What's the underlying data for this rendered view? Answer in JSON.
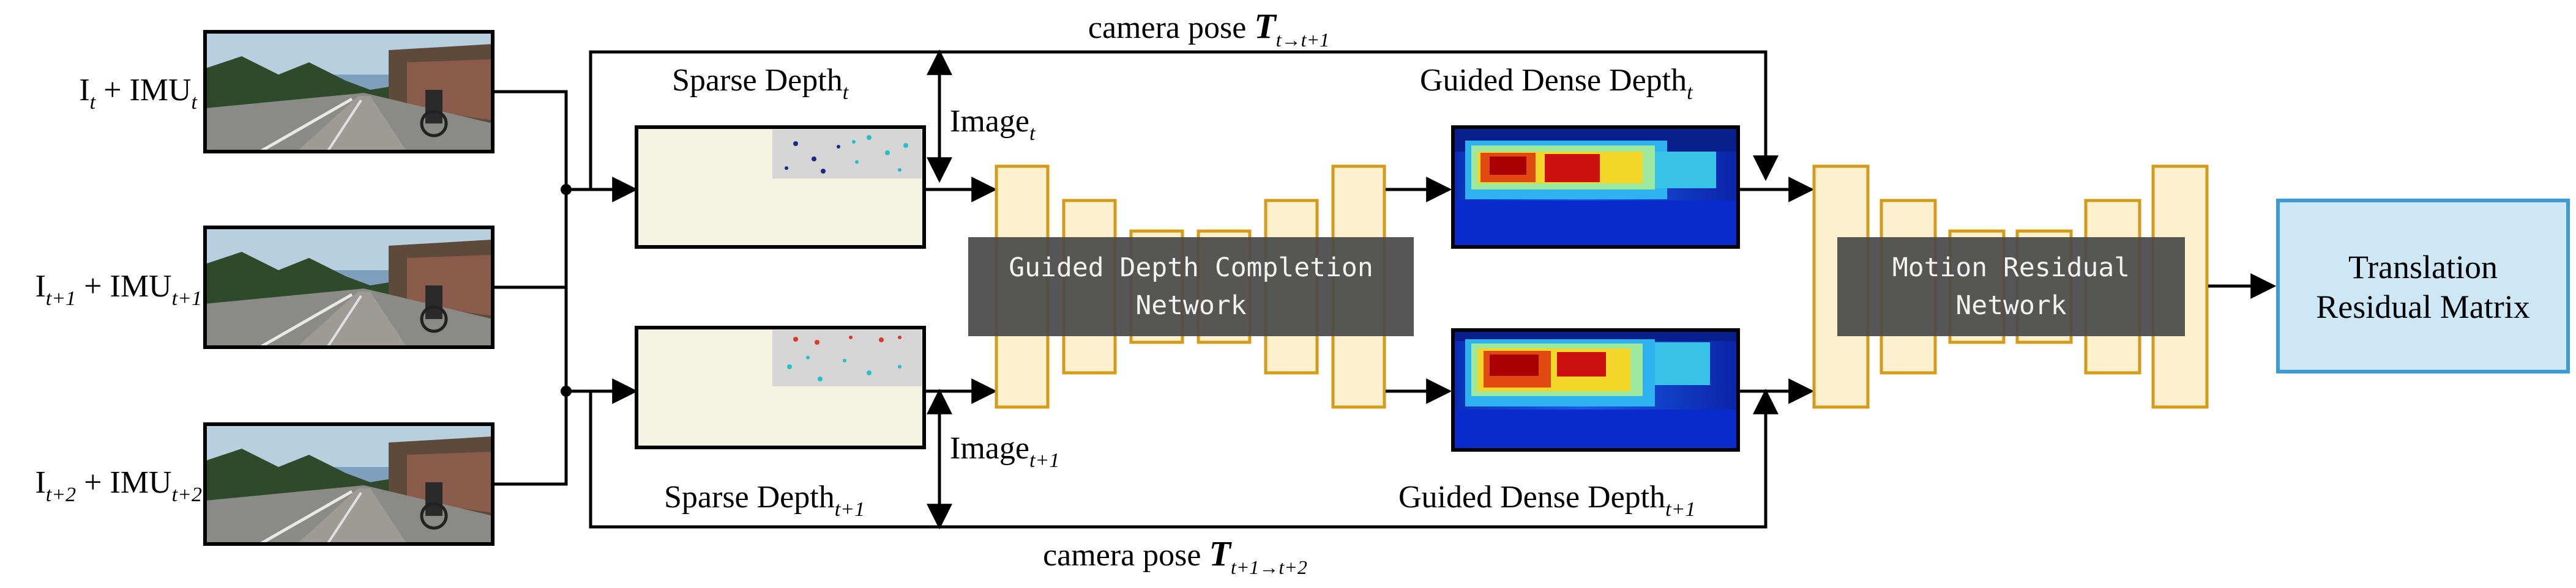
{
  "inputs": [
    {
      "base": "I",
      "sub": "t",
      "plus": " + ",
      "imu": "IMU",
      "imu_sub": "t",
      "subItalic": true
    },
    {
      "base": "I",
      "sub": "t+1",
      "plus": " + ",
      "imu": "IMU",
      "imu_sub": "t+1",
      "subItalic": true
    },
    {
      "base": "I",
      "sub": "t+2",
      "plus": " + ",
      "imu": "IMU",
      "imu_sub": "t+2",
      "subItalic": true
    }
  ],
  "camera_pose_top": {
    "label": "camera pose ",
    "symbol": "T",
    "sub": "t→t+1"
  },
  "camera_pose_bottom": {
    "label": "camera pose ",
    "symbol": "T",
    "sub": "t+1→t+2"
  },
  "sparse_depth_top": {
    "label": "Sparse Depth",
    "sub": "t"
  },
  "sparse_depth_bottom": {
    "label": "Sparse Depth",
    "sub": "t+1"
  },
  "image_top": {
    "label": "Image",
    "sub": "t"
  },
  "image_bottom": {
    "label": "Image",
    "sub": "t+1"
  },
  "guided_dense_top": {
    "label": "Guided Dense Depth",
    "sub": "t"
  },
  "guided_dense_bottom": {
    "label": "Guided Dense Depth",
    "sub": "t+1"
  },
  "completion_network": {
    "line1": "Guided Depth Completion",
    "line2": "Network"
  },
  "residual_network": {
    "line1": "Motion Residual",
    "line2": "Network"
  },
  "output": {
    "line1": "Translation",
    "line2": "Residual Matrix"
  },
  "colors": {
    "layer_fill": "#fdf0cf",
    "layer_stroke": "#d49a1a",
    "overlay": "#4b4b4b",
    "overlay_text": "#f2f2f2",
    "output_fill": "#cde7f7",
    "output_stroke": "#3d9ad6",
    "sparse_fill": "#f4f3e2",
    "sparse_patch": "#d5d5d5"
  }
}
